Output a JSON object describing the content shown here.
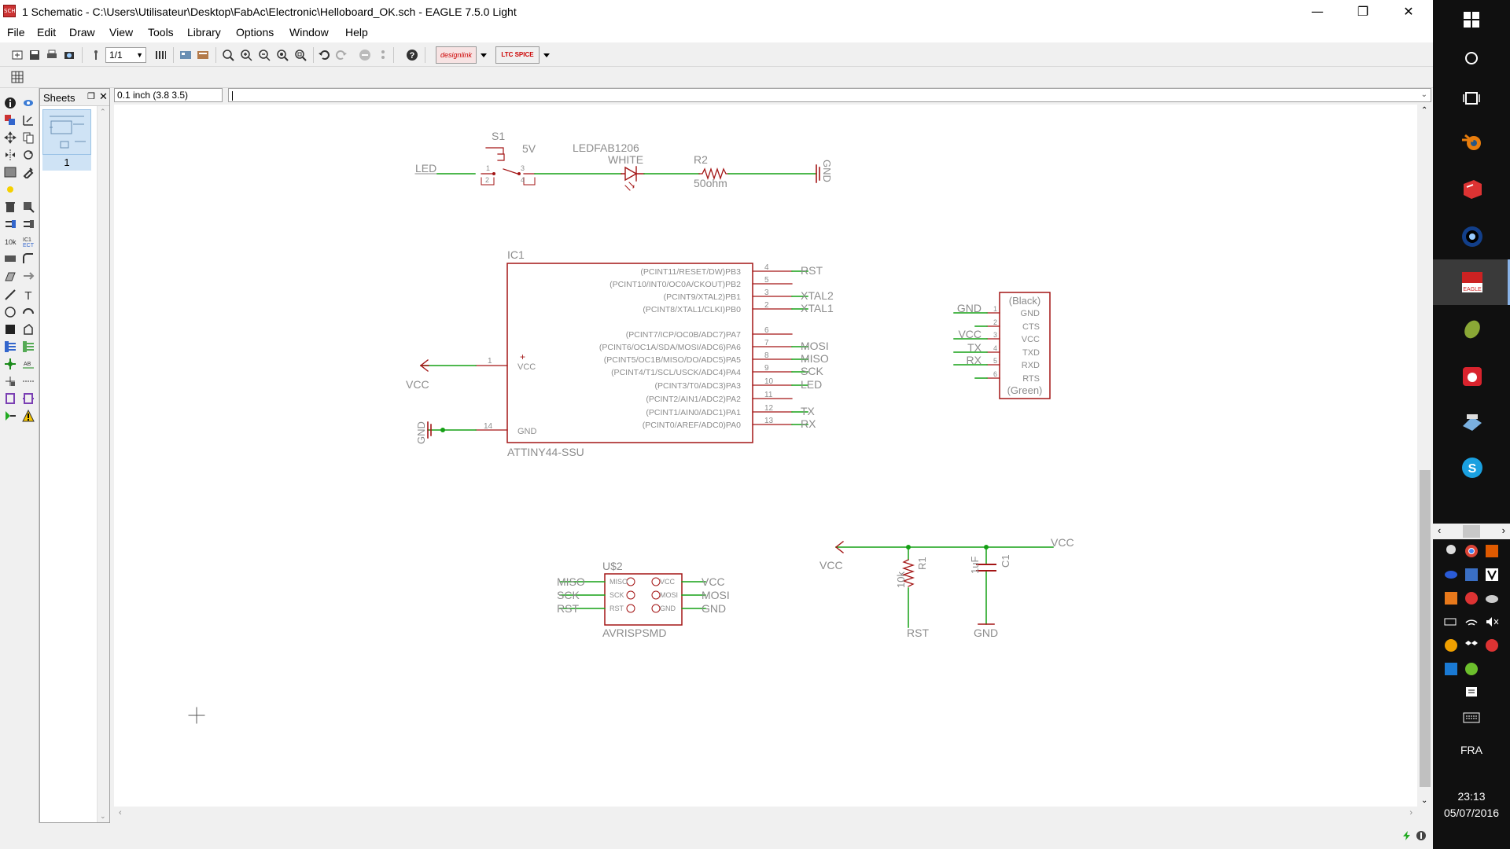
{
  "window": {
    "title": "1 Schematic - C:\\Users\\Utilisateur\\Desktop\\FabAc\\Electronic\\Helloboard_OK.sch - EAGLE 7.5.0 Light",
    "app_icon_text": "SCH"
  },
  "menu": [
    "File",
    "Edit",
    "Draw",
    "View",
    "Tools",
    "Library",
    "Options",
    "Window",
    "Help"
  ],
  "toolbar": {
    "sheet_selector": "1/1",
    "designlink_label": "designlink",
    "ltspice_label": "LTC SPICE"
  },
  "sheets_panel": {
    "title": "Sheets",
    "sheet_number": "1"
  },
  "command_line": {
    "coordinate": "0.1 inch (3.8 3.5)",
    "input_value": ""
  },
  "schematic": {
    "led_row": {
      "net_in": "LED",
      "switch_name": "S1",
      "switch_value": "5V",
      "switch_pins": [
        "1",
        "2",
        "3",
        "4"
      ],
      "led_part": "LEDFAB1206",
      "led_value": "WHITE",
      "resistor_name": "R2",
      "resistor_value": "50ohm",
      "ground": "GND"
    },
    "ic1": {
      "name": "IC1",
      "value": "ATTINY44-SSU",
      "left_pins": [
        {
          "num": "1",
          "label": "VCC"
        },
        {
          "num": "14",
          "label": "GND"
        }
      ],
      "right_pins": [
        {
          "num": "4",
          "label": "(PCINT11/RESET/DW)PB3",
          "net": "RST"
        },
        {
          "num": "5",
          "label": "(PCINT10/INT0/OC0A/CKOUT)PB2",
          "net": ""
        },
        {
          "num": "3",
          "label": "(PCINT9/XTAL2)PB1",
          "net": "XTAL2"
        },
        {
          "num": "2",
          "label": "(PCINT8/XTAL1/CLKI)PB0",
          "net": "XTAL1"
        },
        {
          "num": "6",
          "label": "(PCINT7/ICP/OC0B/ADC7)PA7",
          "net": ""
        },
        {
          "num": "7",
          "label": "(PCINT6/OC1A/SDA/MOSI/ADC6)PA6",
          "net": "MOSI"
        },
        {
          "num": "8",
          "label": "(PCINT5/OC1B/MISO/DO/ADC5)PA5",
          "net": "MISO"
        },
        {
          "num": "9",
          "label": "(PCINT4/T1/SCL/USCK/ADC4)PA4",
          "net": "SCK"
        },
        {
          "num": "10",
          "label": "(PCINT3/T0/ADC3)PA3",
          "net": "LED"
        },
        {
          "num": "11",
          "label": "(PCINT2/AIN1/ADC2)PA2",
          "net": ""
        },
        {
          "num": "12",
          "label": "(PCINT1/AIN0/ADC1)PA1",
          "net": "TX"
        },
        {
          "num": "13",
          "label": "(PCINT0/AREF/ADC0)PA0",
          "net": "RX"
        }
      ],
      "vcc_net": "VCC",
      "gnd_net": "GND"
    },
    "ftdi": {
      "top_label": "(Black)",
      "bottom_label": "(Green)",
      "pins": [
        {
          "num": "1",
          "label": "GND",
          "net": "GND"
        },
        {
          "num": "2",
          "label": "CTS",
          "net": ""
        },
        {
          "num": "3",
          "label": "VCC",
          "net": "VCC"
        },
        {
          "num": "4",
          "label": "TXD",
          "net": "TX"
        },
        {
          "num": "5",
          "label": "RXD",
          "net": "RX"
        },
        {
          "num": "6",
          "label": "RTS",
          "net": ""
        }
      ]
    },
    "isp": {
      "name": "U$2",
      "value": "AVRISPSMD",
      "left_pins": [
        "MISO",
        "SCK",
        "RST"
      ],
      "right_pins": [
        "VCC",
        "MOSI",
        "GND"
      ],
      "left_nets": [
        "MISO",
        "SCK",
        "RST"
      ],
      "right_nets": [
        "VCC",
        "MOSI",
        "GND"
      ]
    },
    "power": {
      "vcc_left": "VCC",
      "vcc_right": "VCC",
      "r1_name": "R1",
      "r1_value": "10k",
      "c1_name": "C1",
      "c1_value": "1uF",
      "rst_net": "RST",
      "gnd_net": "GND"
    }
  },
  "taskbar": {
    "language": "FRA",
    "time": "23:13",
    "date": "05/07/2016",
    "active_app_label": "EAGLE"
  },
  "colors": {
    "part_outline": "#a31515",
    "wire": "#15a015",
    "text_gray": "#8c8c8c",
    "junction": "#15a015"
  }
}
